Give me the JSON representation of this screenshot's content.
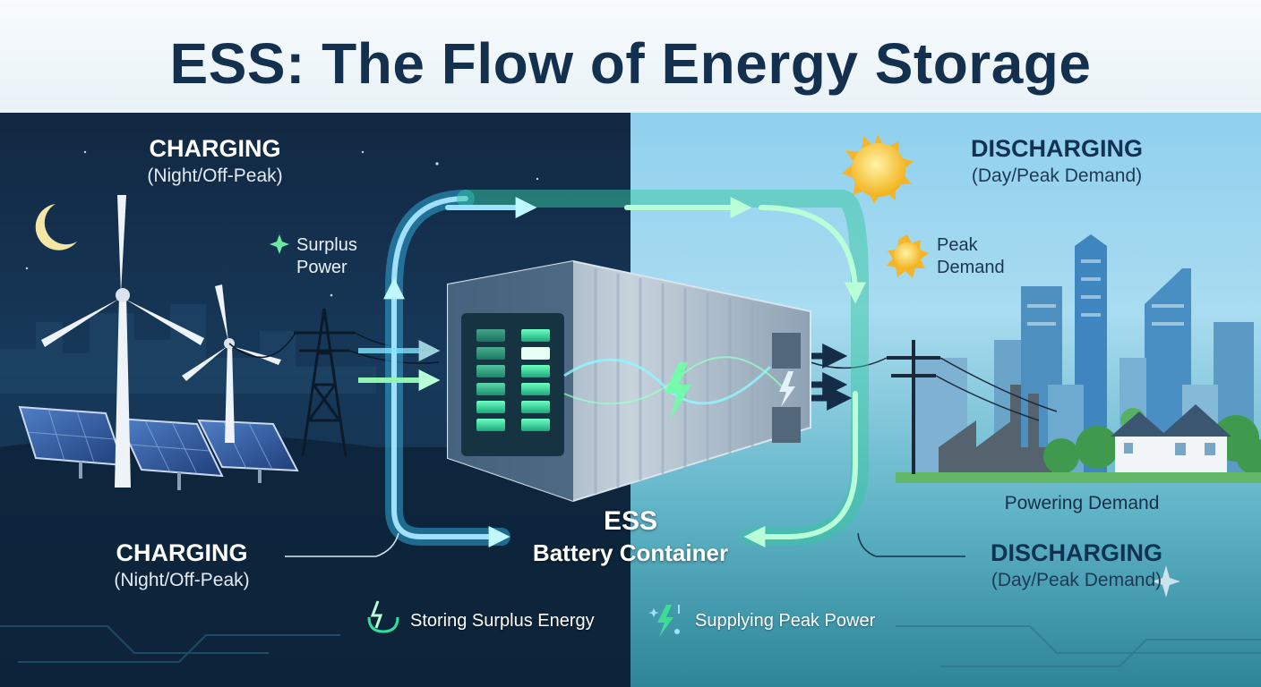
{
  "title": "ESS: The Flow of Energy Storage",
  "charging_top": {
    "title": "CHARGING",
    "subtitle": "(Night/Off-Peak)"
  },
  "discharging_top": {
    "title": "DISCHARGING",
    "subtitle": "(Day/Peak Demand)"
  },
  "surplus_label": "Surplus\nPower",
  "peak_label": "Peak\nDemand",
  "powering_label": "Powering Demand",
  "center_label": {
    "line1": "ESS",
    "line2": "Battery Container"
  },
  "charging_bottom": {
    "title": "CHARGING",
    "subtitle": "(Night/Off-Peak)"
  },
  "discharging_bottom": {
    "title": "DISCHARGING",
    "subtitle": "(Day/Peak Demand)"
  },
  "legend": [
    {
      "label": "Storing Surplus Energy",
      "icon": "leaf-bolt-icon"
    },
    {
      "label": "Supplying Peak Power",
      "icon": "bolt-sparkle-icon"
    }
  ],
  "colors": {
    "title": "#14304f",
    "night": "#112842",
    "day": "#8fd0ee",
    "flow_green": "#7ff0c0",
    "flow_blue": "#9fe0ff",
    "battery": "#38e0a0"
  }
}
